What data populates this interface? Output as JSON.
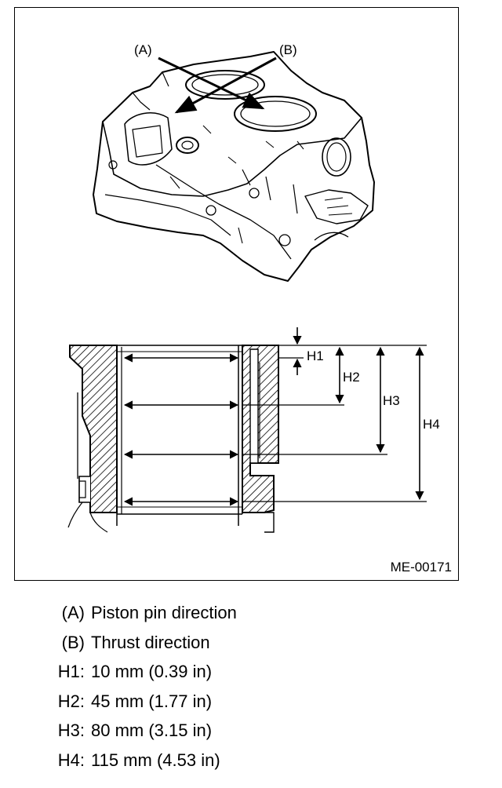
{
  "figure": {
    "id": "ME-00171",
    "callouts": {
      "a": "(A)",
      "b": "(B)"
    },
    "dimension_labels": [
      "H1",
      "H2",
      "H3",
      "H4"
    ]
  },
  "legend": [
    {
      "key": "(A)",
      "text": "Piston pin direction"
    },
    {
      "key": "(B)",
      "text": "Thrust direction"
    },
    {
      "key": "H1:",
      "text": "10 mm (0.39 in)"
    },
    {
      "key": "H2:",
      "text": "45 mm (1.77 in)"
    },
    {
      "key": "H3:",
      "text": "80 mm (3.15 in)"
    },
    {
      "key": "H4:",
      "text": "115 mm (4.53 in)"
    }
  ]
}
